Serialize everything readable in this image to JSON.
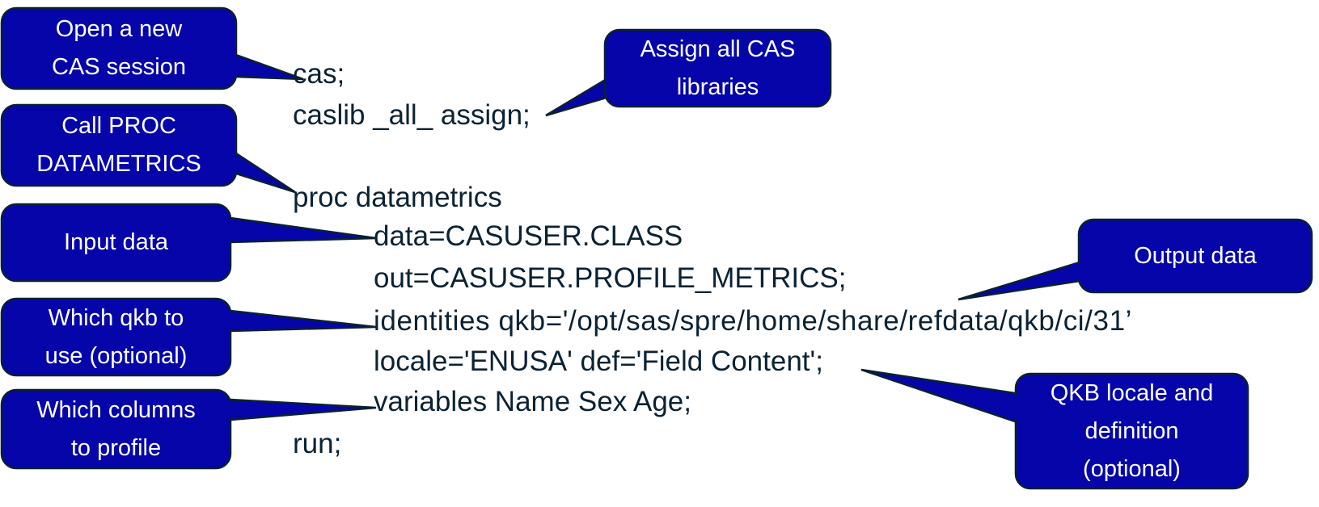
{
  "colors": {
    "callout_fill": "#0505aa",
    "callout_border": "#0a2030",
    "code_text": "#0b2233",
    "callout_text": "#ffffff"
  },
  "code_lines": [
    "cas;",
    "caslib _all_ assign;",
    "proc datametrics",
    "data=CASUSER.CLASS",
    "out=CASUSER.PROFILE_METRICS;",
    "identities qkb='/opt/sas/spre/home/share/refdata/qkb/ci/31’",
    "locale='ENUSA' def='Field Content';",
    "variables Name Sex Age;",
    "run;"
  ],
  "callouts": {
    "open_session": [
      "Open a new",
      "CAS session"
    ],
    "assign_libs": [
      "Assign all CAS",
      "libraries"
    ],
    "call_proc": [
      "Call PROC",
      "DATAMETRICS"
    ],
    "input_data": [
      "Input data"
    ],
    "output_data": [
      "Output data"
    ],
    "which_qkb": [
      "Which qkb to",
      "use (optional)"
    ],
    "qkb_locale": [
      "QKB locale and",
      "definition",
      "(optional)"
    ],
    "which_columns": [
      "Which columns",
      "to profile"
    ]
  }
}
